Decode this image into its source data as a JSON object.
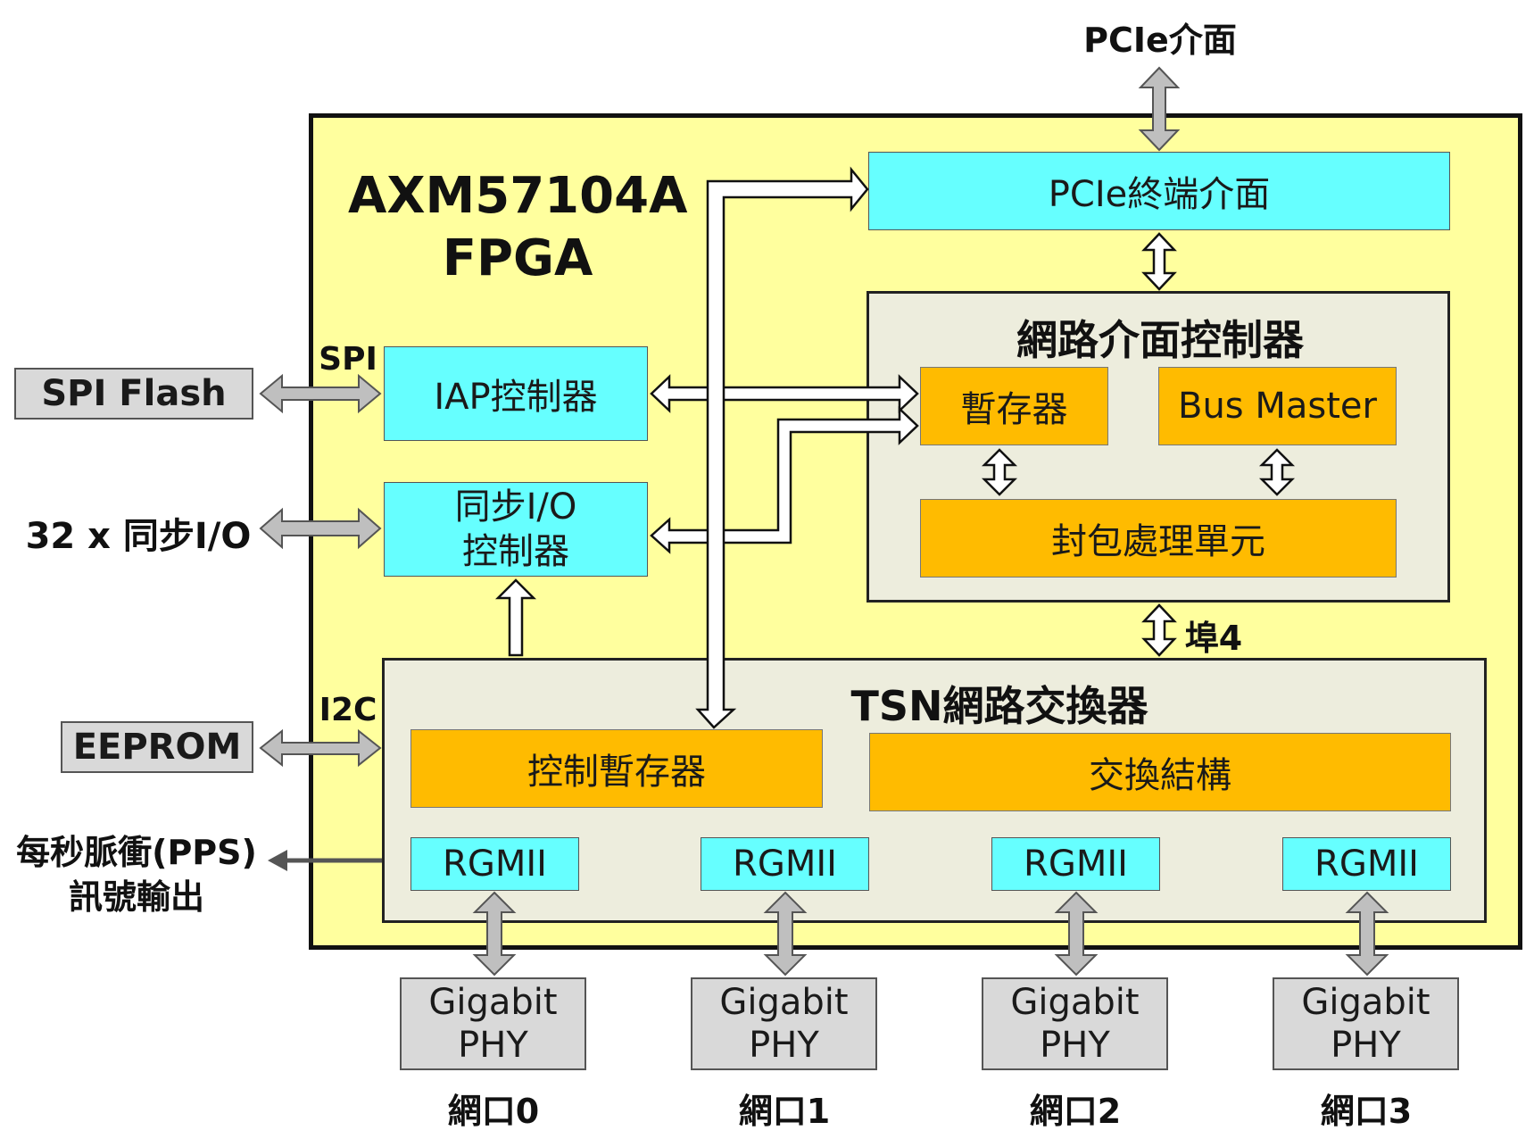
{
  "external": {
    "pcie_interface": "PCIe介面",
    "spi_flash": "SPI Flash",
    "sync_io": "32 x 同步I/O",
    "eeprom": "EEPROM",
    "pps_output": "每秒脈衝(PPS)\n訊號輸出"
  },
  "fpga": {
    "title": "AXM57104A\nFPGA",
    "spi_label": "SPI",
    "i2c_label": "I2C",
    "pcie_endpoint": "PCIe終端介面",
    "iap_controller": "IAP控制器",
    "sync_io_controller": "同步I/O\n控制器",
    "nic": {
      "title": "網路介面控制器",
      "register": "暫存器",
      "bus_master": "Bus Master",
      "packet_unit": "封包處理單元"
    },
    "port4_label": "埠4",
    "tsn": {
      "title": "TSN網路交換器",
      "control_register": "控制暫存器",
      "switch_fabric": "交換結構",
      "rgmii": [
        "RGMII",
        "RGMII",
        "RGMII",
        "RGMII"
      ]
    }
  },
  "phys": [
    {
      "name": "Gigabit\nPHY",
      "port": "網口0"
    },
    {
      "name": "Gigabit\nPHY",
      "port": "網口1"
    },
    {
      "name": "Gigabit\nPHY",
      "port": "網口2"
    },
    {
      "name": "Gigabit\nPHY",
      "port": "網口3"
    }
  ]
}
